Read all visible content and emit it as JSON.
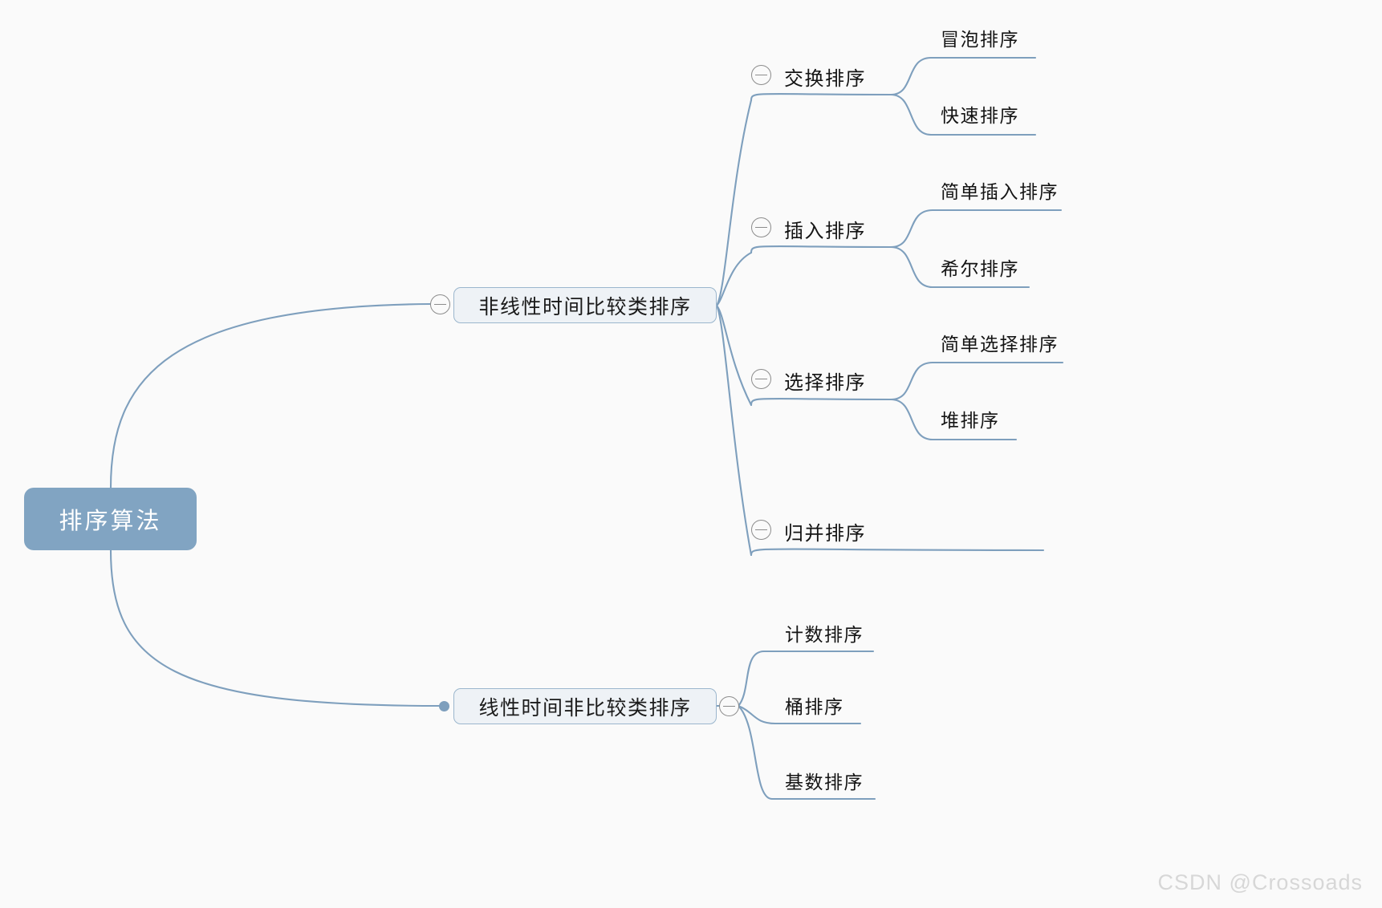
{
  "diagram": {
    "type": "mindmap",
    "background_color": "#fafafa",
    "edge_color": "#7e9fbd",
    "root_fill": "#81a4c2",
    "root_text_color": "#ffffff",
    "node_fill": "#eef2f6",
    "node_border": "#9bb6cd"
  },
  "root": {
    "label": "排序算法"
  },
  "branches": {
    "nonlinear": {
      "label": "非线性时间比较类排序",
      "toggle": "collapse-minus-icon",
      "children": {
        "exchange": {
          "label": "交换排序",
          "toggle": "collapse-minus-icon",
          "children": [
            {
              "label": "冒泡排序"
            },
            {
              "label": "快速排序"
            }
          ]
        },
        "insertion": {
          "label": "插入排序",
          "toggle": "collapse-minus-icon",
          "children": [
            {
              "label": "简单插入排序"
            },
            {
              "label": "希尔排序"
            }
          ]
        },
        "selection": {
          "label": "选择排序",
          "toggle": "collapse-minus-icon",
          "children": [
            {
              "label": "简单选择排序"
            },
            {
              "label": "堆排序"
            }
          ]
        },
        "merge": {
          "label": "归并排序",
          "toggle": "collapse-minus-icon",
          "children": []
        }
      }
    },
    "linear": {
      "label": "线性时间非比较类排序",
      "bullet": "filled-dot-icon",
      "toggle": "collapse-minus-icon",
      "children": [
        {
          "label": "计数排序"
        },
        {
          "label": "桶排序"
        },
        {
          "label": "基数排序"
        }
      ]
    }
  },
  "watermark": {
    "text": "CSDN @Crossoads"
  }
}
